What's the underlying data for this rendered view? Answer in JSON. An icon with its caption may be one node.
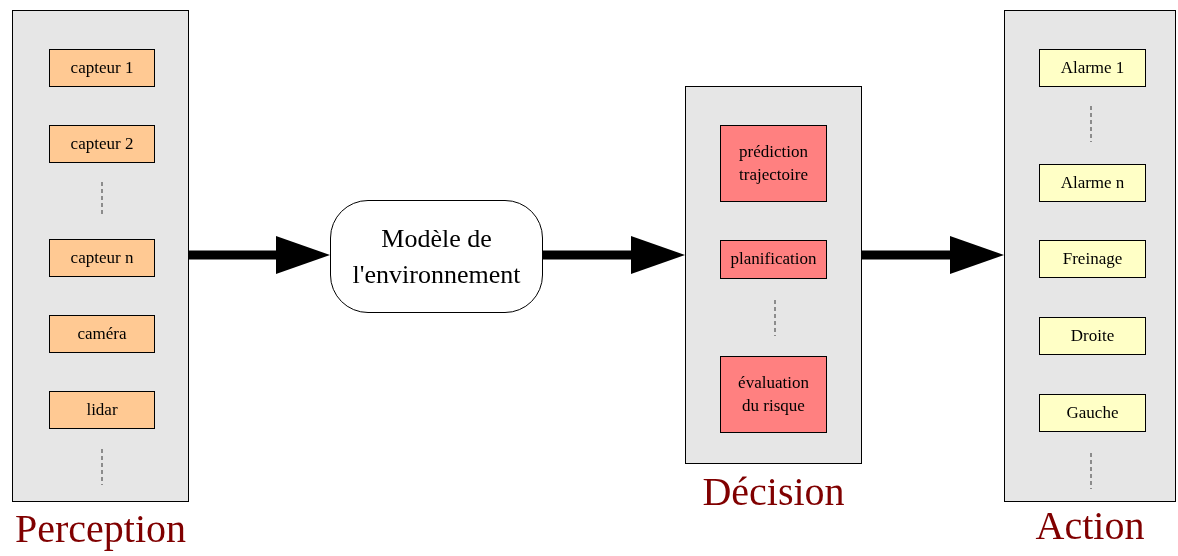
{
  "diagram": {
    "nodes": [
      {
        "text": [
          "Perception"
        ]
      },
      {
        "text": [
          "capteur 1"
        ],
        "in": 0
      },
      {
        "text": [
          "capteur 2"
        ],
        "in": 0
      },
      {
        "text": [
          "capteur n"
        ],
        "in": 0
      },
      {
        "text": [
          "caméra"
        ],
        "in": 0
      },
      {
        "text": [
          "lidar"
        ],
        "in": 0
      },
      {
        "text": [
          "Modèle de l'environnement"
        ]
      },
      {
        "text": [
          "Décision"
        ]
      },
      {
        "text": [
          "prédiction trajectoire"
        ],
        "in": 7
      },
      {
        "text": [
          "planification"
        ],
        "in": 7
      },
      {
        "text": [
          "évaluation du risque"
        ],
        "in": 7
      },
      {
        "text": [
          "Action"
        ]
      },
      {
        "text": [
          "Alarme 1"
        ],
        "in": 11
      },
      {
        "text": [
          "Alarme n"
        ],
        "in": 11
      },
      {
        "text": [
          "Freinage"
        ],
        "in": 11
      },
      {
        "text": [
          "Droite"
        ],
        "in": 11
      },
      {
        "text": [
          "Gauche"
        ],
        "in": 11
      }
    ],
    "edges": [
      {
        "from": 0,
        "to": 6,
        "arrow": "to"
      },
      {
        "from": 6,
        "to": 7,
        "arrow": "to"
      },
      {
        "from": 7,
        "to": 11,
        "arrow": "to"
      }
    ]
  }
}
